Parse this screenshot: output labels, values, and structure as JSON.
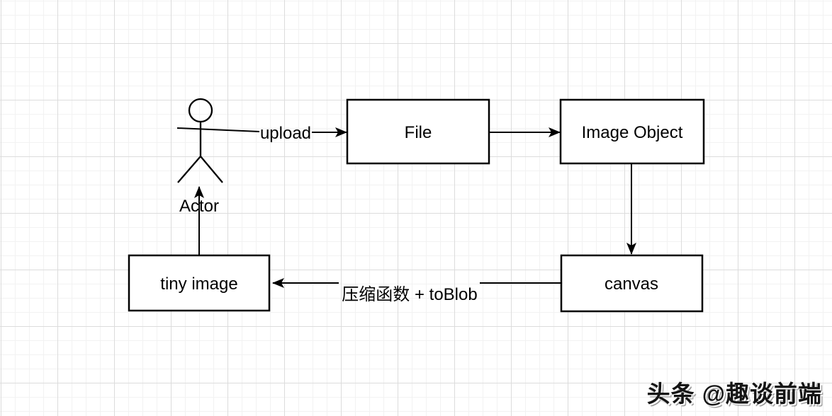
{
  "diagram": {
    "actor": {
      "id": "actor",
      "label": "Actor"
    },
    "nodes": [
      {
        "id": "file",
        "label": "File"
      },
      {
        "id": "image-object",
        "label": "Image Object"
      },
      {
        "id": "canvas",
        "label": "canvas"
      },
      {
        "id": "tiny-image",
        "label": "tiny image"
      }
    ],
    "edges": [
      {
        "from": "actor",
        "to": "file",
        "label": "upload"
      },
      {
        "from": "file",
        "to": "image-object",
        "label": ""
      },
      {
        "from": "image-object",
        "to": "canvas",
        "label": ""
      },
      {
        "from": "canvas",
        "to": "tiny-image",
        "label": "压缩函数 + toBlob"
      },
      {
        "from": "tiny-image",
        "to": "actor",
        "label": ""
      }
    ]
  },
  "watermark": {
    "text": "头条 @趣谈前端"
  },
  "colors": {
    "stroke": "#000000",
    "node_fill": "#ffffff",
    "grid_minor": "#f2f2f2",
    "grid_major": "#dcdcdc",
    "background": "#ffffff"
  }
}
